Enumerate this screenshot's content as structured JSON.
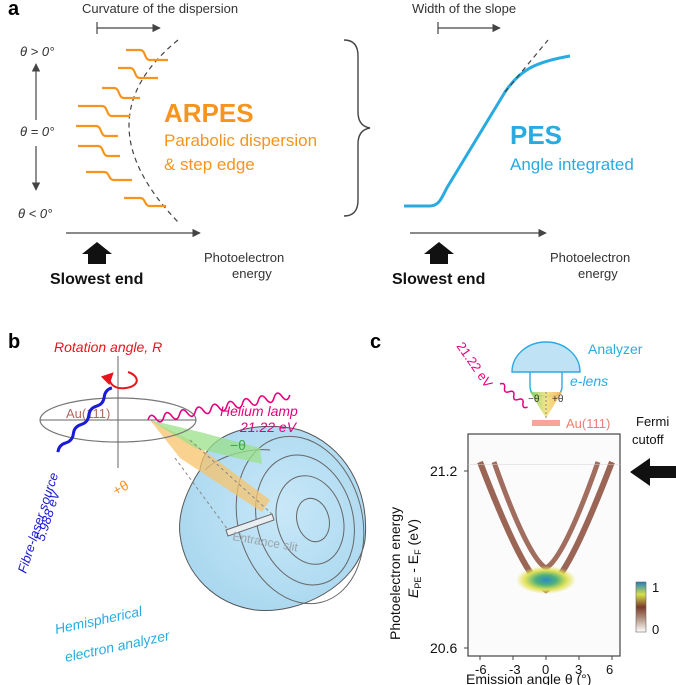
{
  "colors": {
    "orange": "#f7941d",
    "blue": "#29abe2",
    "magenta": "#e6007e",
    "navy": "#1b1bd6",
    "red": "#e8141b",
    "analyzer_fill": "#bfe2f5",
    "salmon": "#f7a59a",
    "green": "#8bd37a"
  },
  "panel_a": {
    "label": "a",
    "arpes": {
      "header": "Curvature of the dispersion",
      "theta_pos": "θ > 0°",
      "theta_zero": "θ = 0°",
      "theta_neg": "θ < 0°",
      "title": "ARPES",
      "line1": "Parabolic dispersion",
      "line2": "& step edge",
      "slowest": "Slowest end",
      "xlabel1": "Photoelectron",
      "xlabel2": "energy"
    },
    "pes": {
      "header": "Width of the slope",
      "title": "PES",
      "subtitle": "Angle integrated",
      "slowest": "Slowest end",
      "xlabel1": "Photoelectron",
      "xlabel2": "energy"
    }
  },
  "panel_b": {
    "label": "b",
    "rotation": "Rotation angle, R",
    "sample": "Au(111)",
    "helium1": "Helium lamp",
    "helium2": "21.22 eV",
    "laser1": "Fibre-laser source",
    "laser2": "5.988 eV",
    "minus_theta": "−θ",
    "plus_theta": "+θ",
    "slit": "Entrance slit",
    "analyzer1": "Hemispherical",
    "analyzer2": "electron analyzer"
  },
  "panel_c": {
    "label": "c",
    "analyzer": "Analyzer",
    "elens": "e-lens",
    "photon": "21.22 eV",
    "sample": "Au(111)",
    "minus_theta": "−θ",
    "plus_theta": "+θ",
    "fermi1": "Fermi",
    "fermi2": "cutoff",
    "ylabel1": "Photoelectron energy",
    "ylabel2": "E",
    "ylabel2_sub": "PE",
    "ylabel3": " - E",
    "ylabel3_sub": "F",
    "ylabel4": " (eV)",
    "xlabel": "Emission angle θ (°)",
    "yticks": [
      "21.2",
      "20.6"
    ],
    "xticks": [
      "-6",
      "-3",
      "0",
      "3",
      "6"
    ],
    "cbar_max": "1",
    "cbar_min": "0"
  }
}
